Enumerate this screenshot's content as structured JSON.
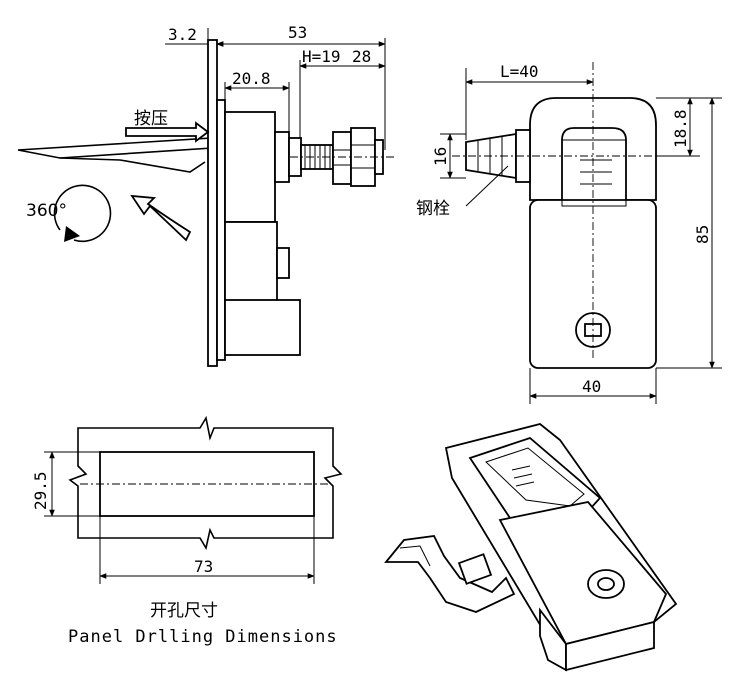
{
  "side_view": {
    "dim_plate": "3.2",
    "dim_total": "53",
    "dim_h": "H=19",
    "dim_bolt": "28",
    "dim_body": "20.8",
    "press_label": "按压",
    "rotate_label": "360°"
  },
  "front_view": {
    "dim_l": "L=40",
    "dim_top": "18.8",
    "dim_bolt_height": "16",
    "dim_height": "85",
    "dim_width": "40",
    "bolt_label": "钢栓"
  },
  "drilling": {
    "dim_height": "29.5",
    "dim_width": "73",
    "title_cn": "开孔尺寸",
    "title_en": "Panel Drlling Dimensions"
  }
}
